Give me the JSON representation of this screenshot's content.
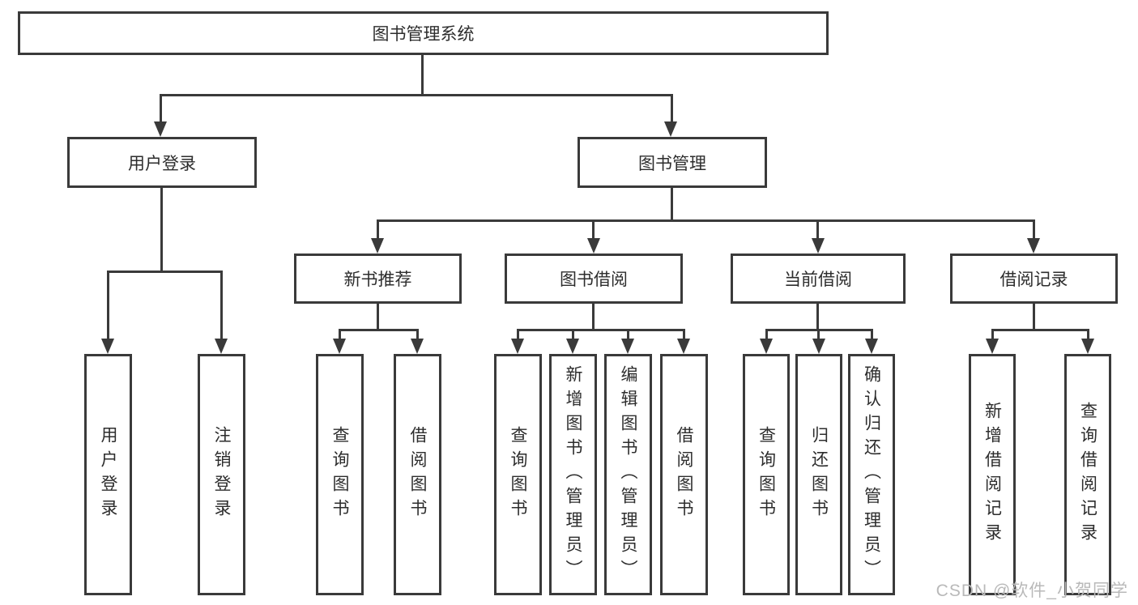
{
  "diagram": {
    "root": {
      "label": "图书管理系统"
    },
    "level2": [
      {
        "label": "用户登录"
      },
      {
        "label": "图书管理"
      }
    ],
    "level3": [
      {
        "label": "新书推荐"
      },
      {
        "label": "图书借阅"
      },
      {
        "label": "当前借阅"
      },
      {
        "label": "借阅记录"
      }
    ],
    "leaves": [
      {
        "label": "用户登录"
      },
      {
        "label": "注销登录"
      },
      {
        "label": "查询图书"
      },
      {
        "label": "借阅图书"
      },
      {
        "label": "查询图书"
      },
      {
        "label": "新增图书（管理员）"
      },
      {
        "label": "编辑图书（管理员）"
      },
      {
        "label": "借阅图书"
      },
      {
        "label": "查询图书"
      },
      {
        "label": "归还图书"
      },
      {
        "label": "确认归还（管理员）"
      },
      {
        "label": "新增借阅记录"
      },
      {
        "label": "查询借阅记录"
      }
    ]
  },
  "watermark": {
    "text": "CSDN @软件_小贺同学"
  },
  "colors": {
    "line": "#3a3a3a",
    "text": "#2d2d2d",
    "background": "#ffffff",
    "watermark": "#b9b9b9"
  }
}
